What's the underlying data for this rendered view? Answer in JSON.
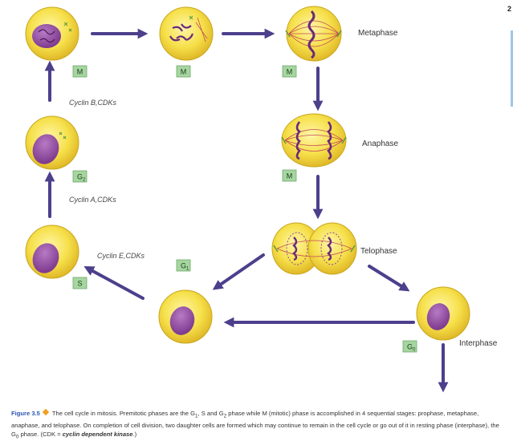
{
  "page_number": "2",
  "phase_labels": {
    "metaphase": "Metaphase",
    "anaphase": "Anaphase",
    "telophase": "Telophase",
    "interphase": "Interphase"
  },
  "badges": {
    "m1": "M",
    "m2": "M",
    "m3": "M",
    "m4": "M",
    "g2": {
      "main": "G",
      "sub": "2"
    },
    "s": "S",
    "g1": {
      "main": "G",
      "sub": "1"
    },
    "g0": {
      "main": "G",
      "sub": "0"
    }
  },
  "cyclins": {
    "b": "Cyclin B,CDKs",
    "a": "Cyclin A,CDKs",
    "e": "Cyclin E,CDKs"
  },
  "caption": {
    "figure_label": "Figure 3.5",
    "line1_a": "The cell cycle in mitosis. Premitotic phases are the G",
    "line1_sub1": "1",
    "line1_b": ", S and G",
    "line1_sub2": "2",
    "line1_c": " phase while M (mitotic) phase is accomplished in 4 sequential stages: prophase, metaphase, anaphase, and telophase. On completion of cell division, two daughter cells are formed which may continue to remain in the cell cycle or go out of it in resting phase (interphase), the G",
    "line1_sub3": "0",
    "line1_d": " phase. (CDK = ",
    "cdk_italic": "cyclin dependent kinase",
    "line1_e": ".)"
  },
  "colors": {
    "cell_fill": "#f6e04a",
    "cell_stroke": "#c8a81c",
    "nucleus": "#8e4a9e",
    "arrow": "#4d3f8c",
    "badge_fill": "#a6d6a0",
    "badge_stroke": "#6fa86a"
  }
}
